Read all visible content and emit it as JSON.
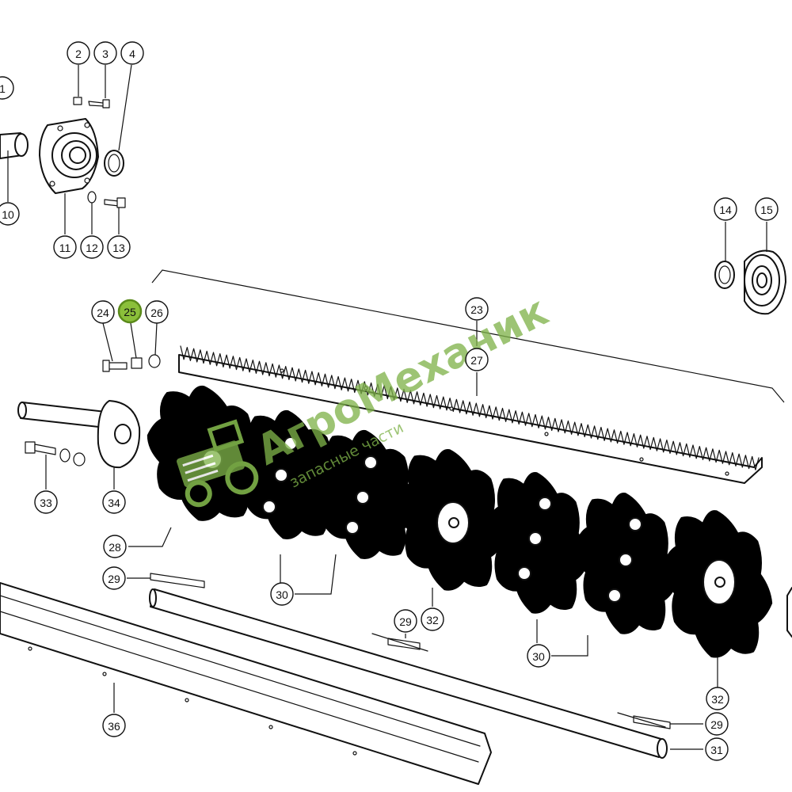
{
  "callouts": [
    {
      "id": "c1",
      "label": "1"
    },
    {
      "id": "c2",
      "label": "2"
    },
    {
      "id": "c3",
      "label": "3"
    },
    {
      "id": "c4",
      "label": "4"
    },
    {
      "id": "c10",
      "label": "10"
    },
    {
      "id": "c11",
      "label": "11"
    },
    {
      "id": "c12",
      "label": "12"
    },
    {
      "id": "c13",
      "label": "13"
    },
    {
      "id": "c14",
      "label": "14"
    },
    {
      "id": "c15",
      "label": "15"
    },
    {
      "id": "c23",
      "label": "23"
    },
    {
      "id": "c24",
      "label": "24"
    },
    {
      "id": "c25",
      "label": "25",
      "highlight": true
    },
    {
      "id": "c26",
      "label": "26"
    },
    {
      "id": "c27",
      "label": "27"
    },
    {
      "id": "c28",
      "label": "28"
    },
    {
      "id": "c29a",
      "label": "29"
    },
    {
      "id": "c29b",
      "label": "29"
    },
    {
      "id": "c29c",
      "label": "29"
    },
    {
      "id": "c30a",
      "label": "30"
    },
    {
      "id": "c30b",
      "label": "30"
    },
    {
      "id": "c31",
      "label": "31"
    },
    {
      "id": "c32a",
      "label": "32"
    },
    {
      "id": "c32b",
      "label": "32"
    },
    {
      "id": "c33",
      "label": "33"
    },
    {
      "id": "c34",
      "label": "34"
    },
    {
      "id": "c36",
      "label": "36"
    }
  ],
  "watermark": {
    "brand": "АгроМеханик",
    "tagline": "запасные части"
  },
  "colors": {
    "highlight": "#8bbf3a",
    "watermark": "#7fb34a",
    "line": "#111111"
  }
}
